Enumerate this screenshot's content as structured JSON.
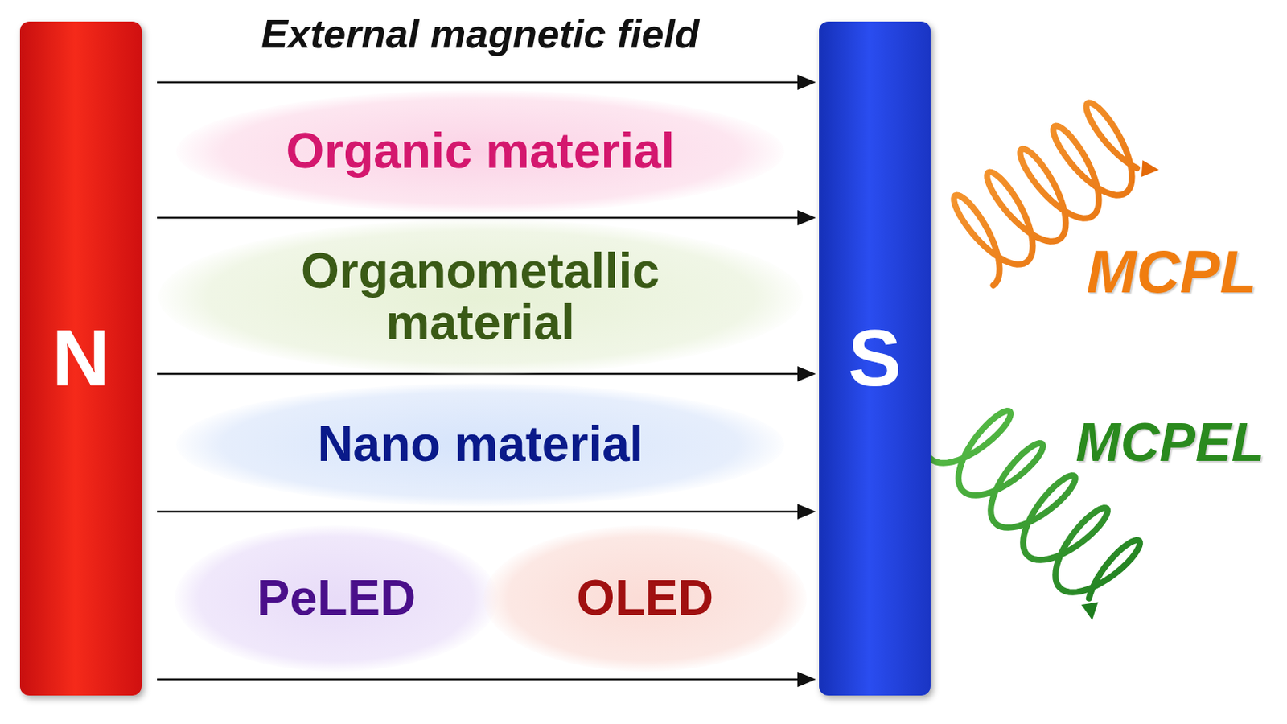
{
  "diagram": {
    "title": "External magnetic field",
    "nodes": [
      {
        "text": [
          "N"
        ]
      },
      {
        "text": [
          "Organic material"
        ]
      },
      {
        "text": [
          "Organometallic material"
        ]
      },
      {
        "text": [
          "Nano material"
        ]
      },
      {
        "text": [
          "PeLED"
        ]
      },
      {
        "text": [
          "OLED"
        ]
      },
      {
        "text": [
          "S"
        ]
      }
    ],
    "edges": [
      {
        "from": 0,
        "to": 6,
        "arrow": "to"
      },
      {
        "from": 0,
        "to": 6,
        "arrow": "to"
      },
      {
        "from": 0,
        "to": 6,
        "arrow": "to"
      },
      {
        "from": 0,
        "to": 6,
        "arrow": "to"
      },
      {
        "from": 0,
        "to": 6,
        "arrow": "to"
      }
    ],
    "labels": [
      "MCPL",
      "MCPEL"
    ]
  }
}
